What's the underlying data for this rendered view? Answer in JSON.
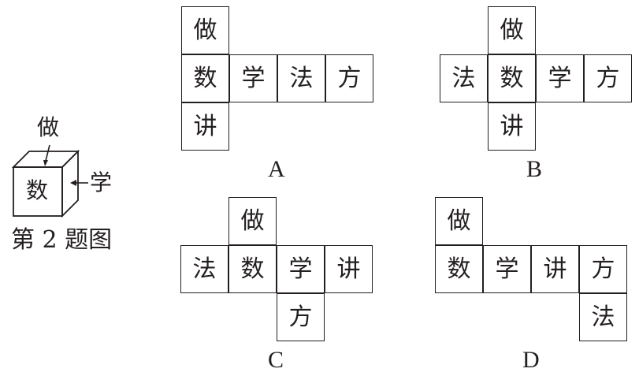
{
  "figure": {
    "caption": "第 2 题图",
    "cube": {
      "top": "做",
      "front": "数",
      "right": "学"
    }
  },
  "options": [
    {
      "label": "A",
      "cells": [
        "做",
        "数",
        "学",
        "法",
        "方",
        "讲"
      ]
    },
    {
      "label": "B",
      "cells": [
        "做",
        "法",
        "数",
        "学",
        "方",
        "讲"
      ]
    },
    {
      "label": "C",
      "cells": [
        "做",
        "法",
        "数",
        "学",
        "讲",
        "方"
      ]
    },
    {
      "label": "D",
      "cells": [
        "做",
        "数",
        "学",
        "讲",
        "方",
        "法"
      ]
    }
  ]
}
